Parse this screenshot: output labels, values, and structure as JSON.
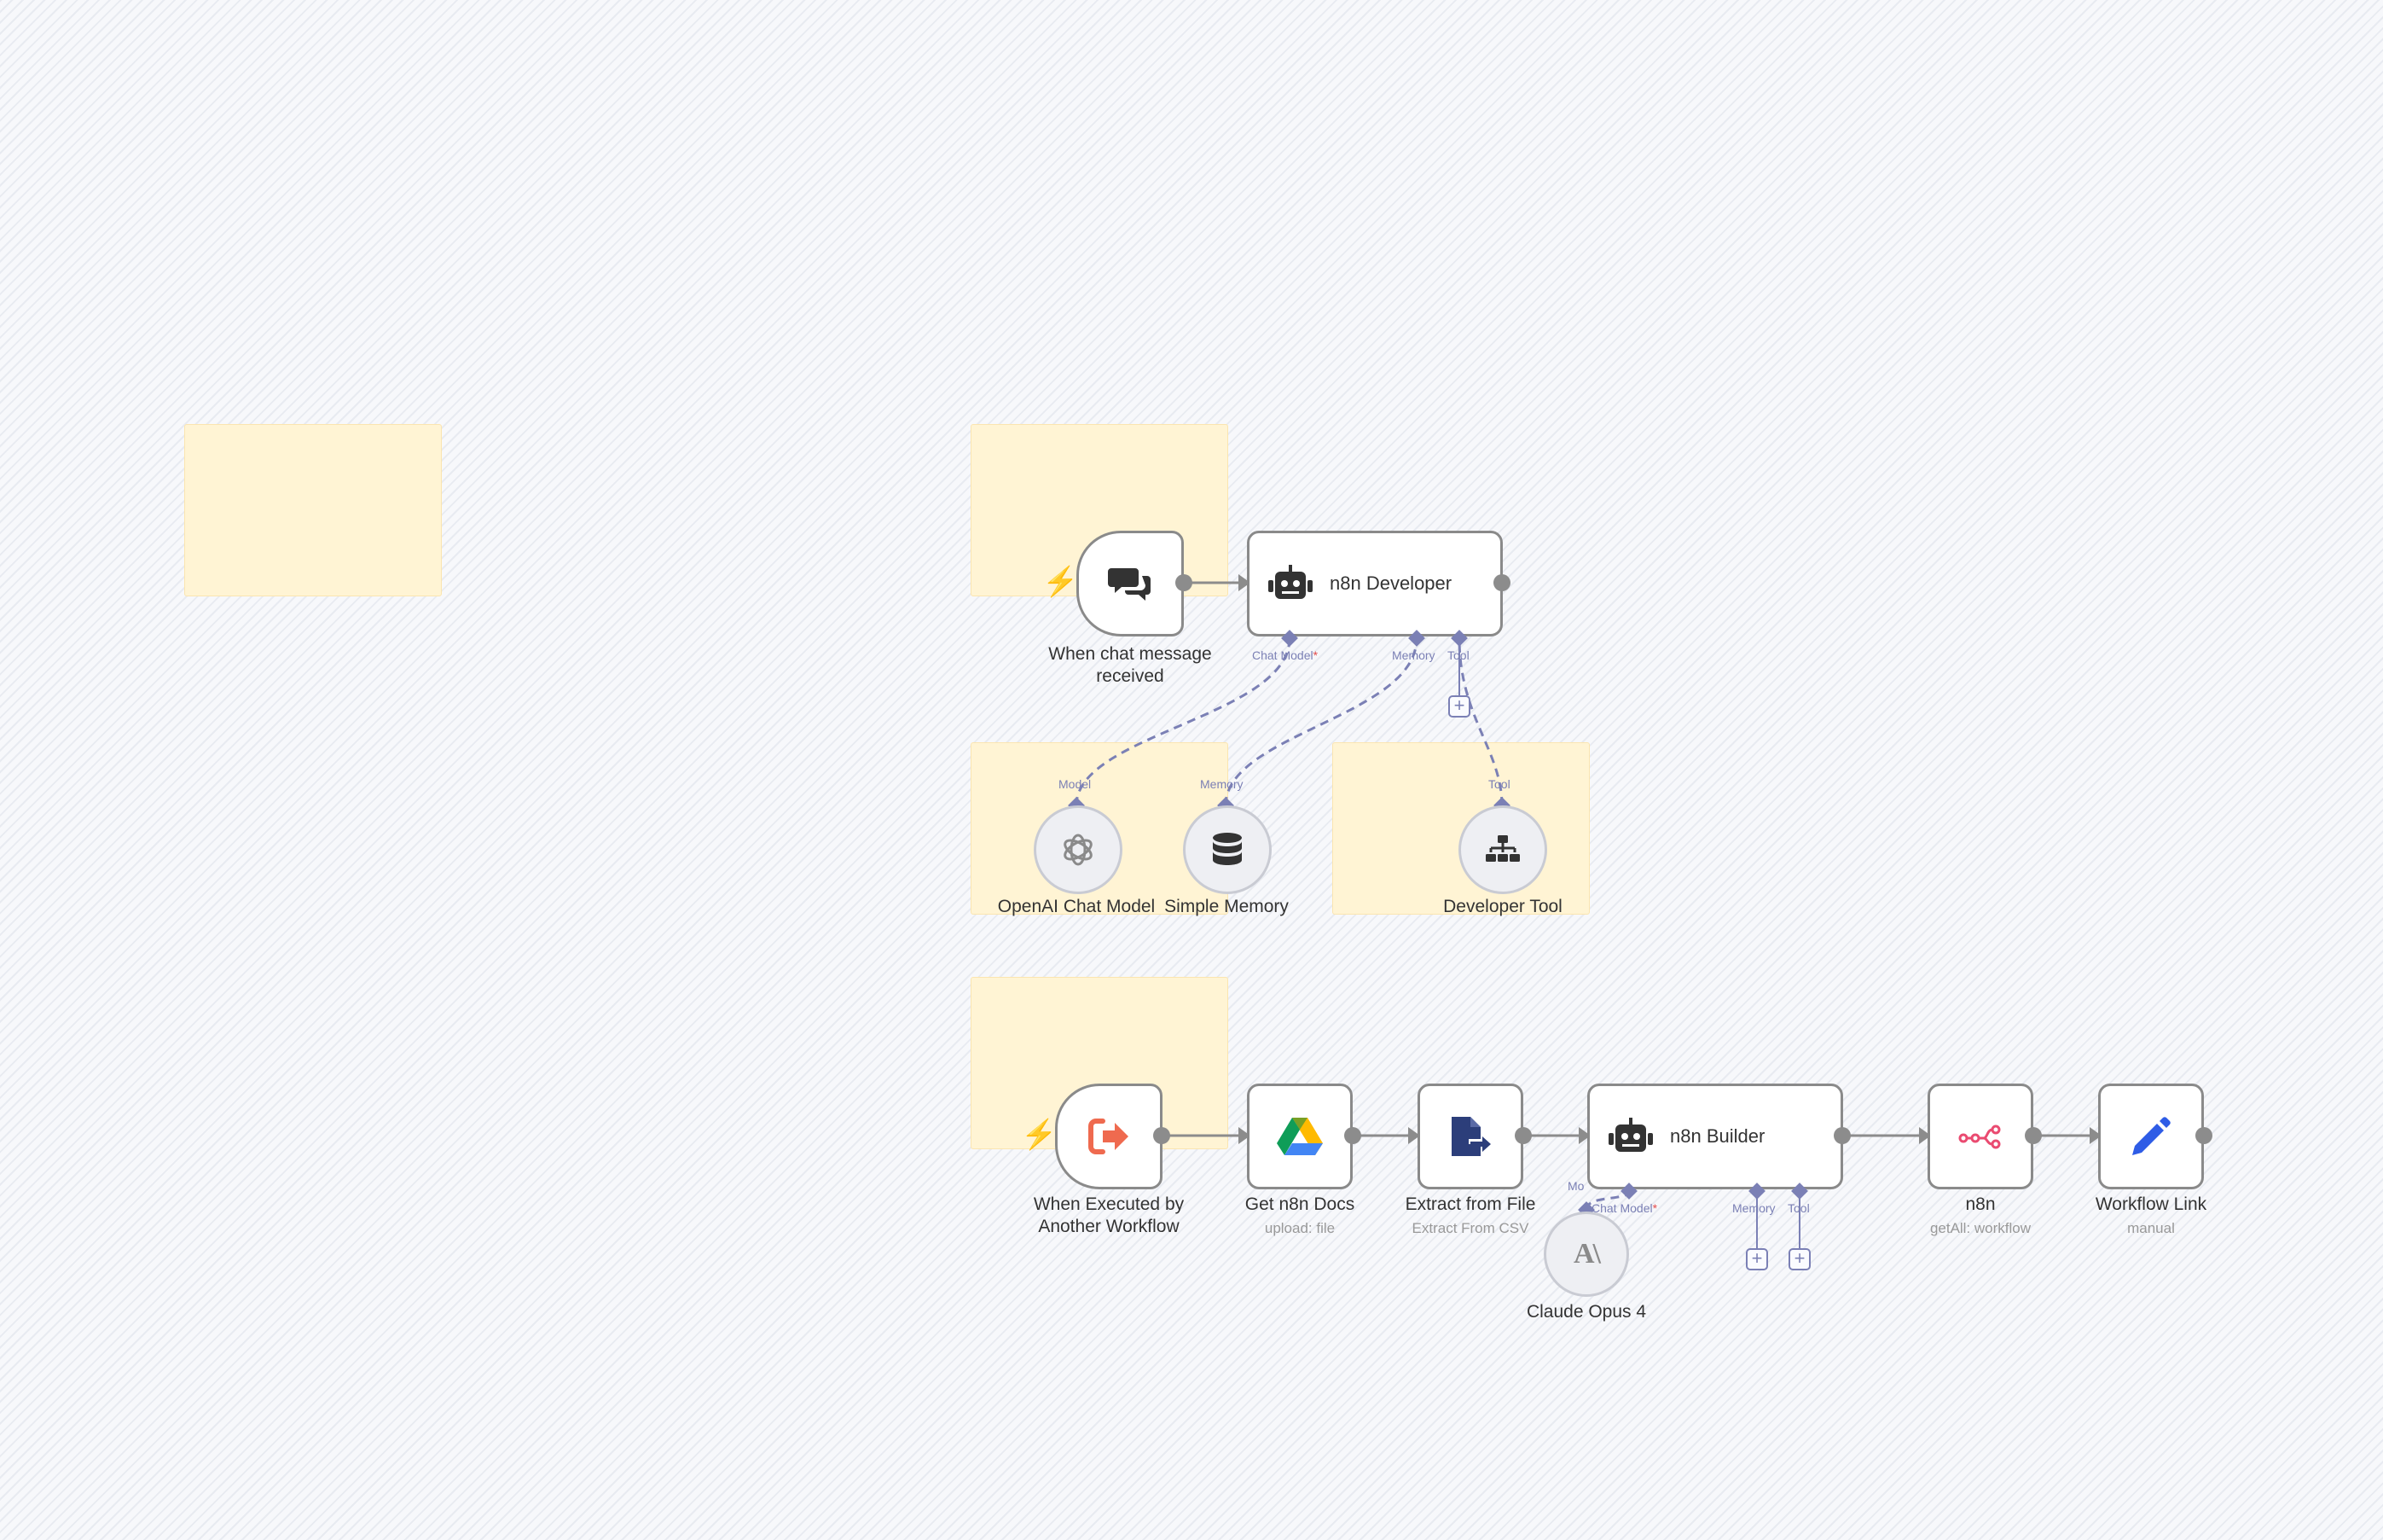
{
  "canvas": {
    "background": "#f7f8fb"
  },
  "workflow_top": {
    "chat_trigger": {
      "label_line1": "When chat message",
      "label_line2": "received",
      "icon": "chat-bubbles-icon"
    },
    "agent": {
      "title": "n8n Developer",
      "icon": "robot-icon",
      "ports": {
        "chat_model": "Chat Model",
        "memory": "Memory",
        "tool": "Tool"
      }
    },
    "openai_model": {
      "label": "OpenAI Chat Model",
      "port": "Model",
      "icon": "openai-icon"
    },
    "memory": {
      "label": "Simple Memory",
      "port": "Memory",
      "icon": "database-icon"
    },
    "tool": {
      "label": "Developer Tool",
      "port": "Tool",
      "icon": "sitemap-icon"
    }
  },
  "workflow_bottom": {
    "exec_trigger": {
      "label_line1": "When Executed by",
      "label_line2": "Another Workflow",
      "icon": "sign-out-icon"
    },
    "gdrive": {
      "label": "Get n8n Docs",
      "sublabel": "upload: file",
      "icon": "google-drive-icon"
    },
    "extract": {
      "label": "Extract from File",
      "sublabel": "Extract From CSV",
      "icon": "file-export-icon"
    },
    "builder": {
      "title": "n8n Builder",
      "icon": "robot-icon",
      "ports": {
        "model_partial": "Mo",
        "chat_model": "Chat Model",
        "memory": "Memory",
        "tool": "Tool"
      }
    },
    "claude": {
      "label": "Claude Opus 4",
      "icon_text": "A\\",
      "icon": "anthropic-icon"
    },
    "n8n": {
      "label": "n8n",
      "sublabel": "getAll: workflow",
      "icon": "n8n-icon"
    },
    "link": {
      "label": "Workflow Link",
      "sublabel": "manual",
      "icon": "pencil-icon"
    }
  },
  "required_marker": "*",
  "colors": {
    "accent_port": "#7b80b5",
    "sticky": "#fff4d4",
    "trigger_bolt": "#ef6a4f",
    "node_border": "#8a8a8a"
  }
}
